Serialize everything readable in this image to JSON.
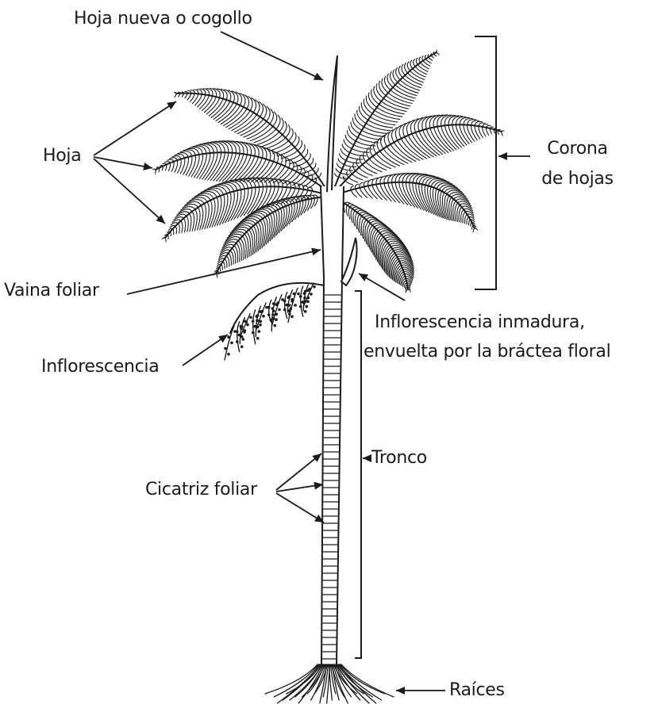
{
  "labels": {
    "new_leaf": "Hoja nueva o cogollo",
    "leaf": "Hoja",
    "crown_line1": "Corona",
    "crown_line2": "de hojas",
    "leaf_sheath": "Vaina foliar",
    "immature_inflorescence_line1": "Inflorescencia inmadura,",
    "immature_inflorescence_line2": "envuelta por la bráctea floral",
    "inflorescence": "Inflorescencia",
    "trunk": "Tronco",
    "leaf_scar": "Cicatriz foliar",
    "roots": "Raíces"
  },
  "colors": {
    "ink": "#1a1a1a",
    "background": "#ffffff"
  }
}
